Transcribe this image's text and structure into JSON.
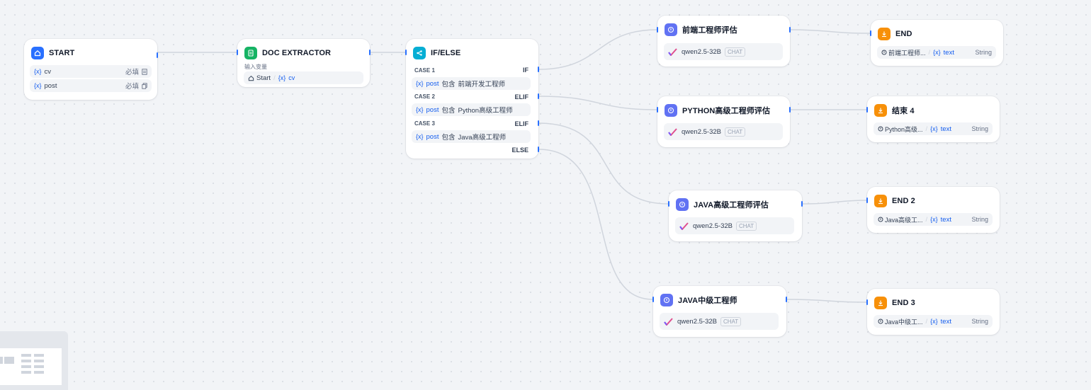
{
  "canvas": {
    "accent": "#2970ff"
  },
  "start": {
    "title": "START",
    "icon": "home-icon",
    "vars": [
      {
        "prefix": "{x}",
        "name": "cv",
        "required": "必填",
        "icon": "document-icon"
      },
      {
        "prefix": "{x}",
        "name": "post",
        "required": "必填",
        "icon": "copy-icon"
      }
    ]
  },
  "doc": {
    "title": "DOC EXTRACTOR",
    "icon": "file-text-icon",
    "input_label": "输入变量",
    "source": "Start",
    "prefix": "{x}",
    "var": "cv"
  },
  "ifelse": {
    "title": "IF/ELSE",
    "icon": "branch-icon",
    "cases": [
      {
        "label": "CASE 1",
        "branch": "IF",
        "prefix": "{x}",
        "var": "post",
        "op": "包含",
        "value": "前端开发工程师"
      },
      {
        "label": "CASE 2",
        "branch": "ELIF",
        "prefix": "{x}",
        "var": "post",
        "op": "包含",
        "value": "Python高级工程师"
      },
      {
        "label": "CASE 3",
        "branch": "ELIF",
        "prefix": "{x}",
        "var": "post",
        "op": "包含",
        "value": "Java高级工程师"
      }
    ],
    "else_label": "ELSE"
  },
  "llms": [
    {
      "title": "前端工程师评估",
      "model": "qwen2.5-32B",
      "badge": "CHAT",
      "icon": "llm-icon"
    },
    {
      "title": "PYTHON高级工程师评估",
      "model": "qwen2.5-32B",
      "badge": "CHAT",
      "icon": "llm-icon"
    },
    {
      "title": "JAVA高级工程师评估",
      "model": "qwen2.5-32B",
      "badge": "CHAT",
      "icon": "llm-icon"
    },
    {
      "title": "JAVA中级工程师",
      "model": "qwen2.5-32B",
      "badge": "CHAT",
      "icon": "llm-icon"
    }
  ],
  "ends": [
    {
      "title": "END",
      "source": "前端工程师...",
      "prefix": "{x}",
      "var": "text",
      "type": "String",
      "icon": "end-icon"
    },
    {
      "title": "结束 4",
      "source": "Python高级...",
      "prefix": "{x}",
      "var": "text",
      "type": "String",
      "icon": "end-icon"
    },
    {
      "title": "END 2",
      "source": "Java高级工...",
      "prefix": "{x}",
      "var": "text",
      "type": "String",
      "icon": "end-icon"
    },
    {
      "title": "END 3",
      "source": "Java中级工...",
      "prefix": "{x}",
      "var": "text",
      "type": "String",
      "icon": "end-icon"
    }
  ]
}
